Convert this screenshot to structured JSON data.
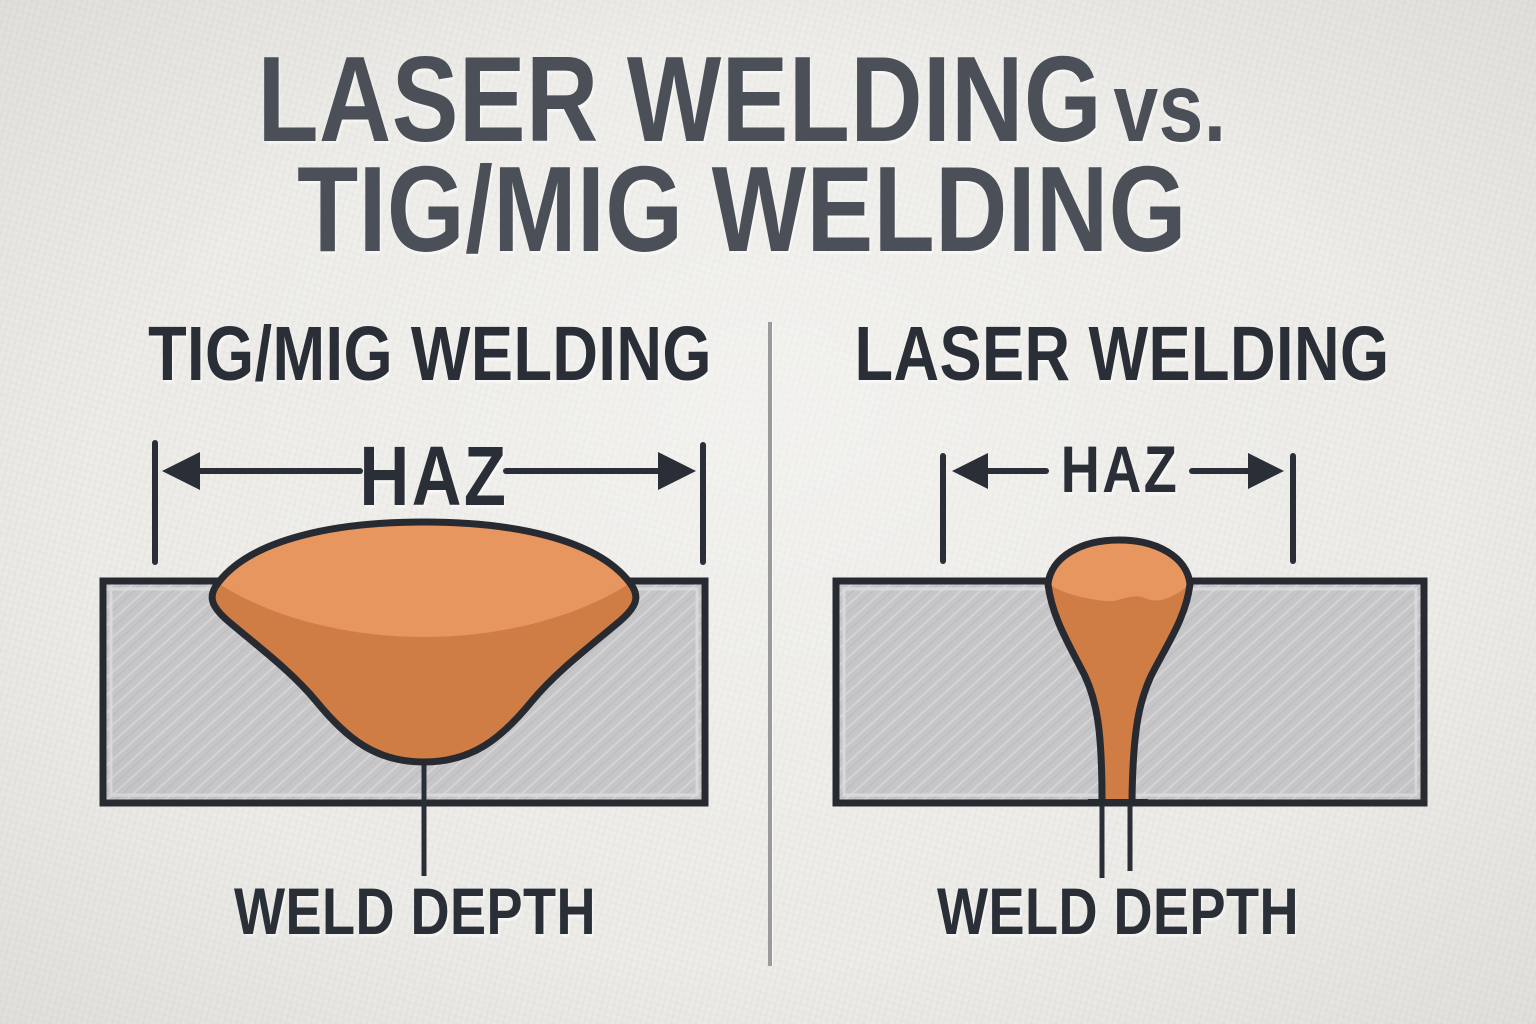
{
  "title": {
    "line1": "LASER WELDING",
    "vs": "vs.",
    "line2": "TIG/MIG WELDING"
  },
  "panels": {
    "left": {
      "heading": "TIG/MIG WELDING",
      "haz_label": "HAZ",
      "depth_label": "WELD DEPTH"
    },
    "right": {
      "heading": "LASER WELDING",
      "haz_label": "HAZ",
      "depth_label": "WELD DEPTH"
    }
  },
  "colors": {
    "paper": "#EDECE8",
    "title_ink": "#4A4F58",
    "ink": "#2A2F37",
    "outline": "#272B31",
    "steel": "#C6C6C8",
    "steel_highlight": "#DCDCDE",
    "weld_light": "#E6965E",
    "weld_dark": "#D07C45",
    "divider": "#9B9B9B"
  }
}
